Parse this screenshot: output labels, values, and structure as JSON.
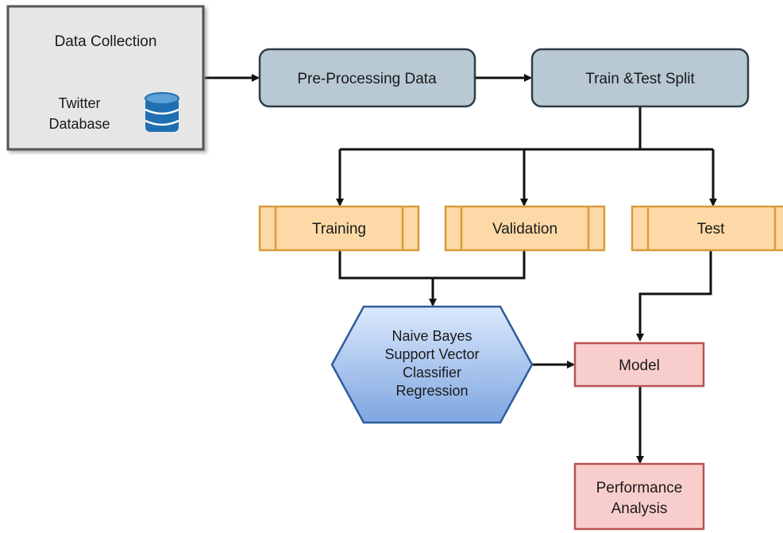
{
  "data_collection": {
    "title": "Data Collection",
    "source_line1": "Twitter",
    "source_line2": "Database",
    "icon": "database-icon"
  },
  "steps": {
    "preprocessing": "Pre-Processing Data",
    "split": "Train &Test Split"
  },
  "sets": {
    "training": "Training",
    "validation": "Validation",
    "test": "Test"
  },
  "algorithms": {
    "line1": "Naive Bayes",
    "line2": "Support Vector",
    "line3": "Classifier",
    "line4": "Regression"
  },
  "model": "Model",
  "performance": {
    "line1": "Performance",
    "line2": "Analysis"
  },
  "colors": {
    "collection_fill": "#e6e6e6",
    "step_fill": "#b8c9d4",
    "set_fill": "#fcd9a6",
    "set_stroke": "#d79b3c",
    "algo_fill_top": "#dae8fc",
    "algo_fill_bottom": "#7ea6e0",
    "model_fill": "#f8cecc",
    "model_stroke": "#b85450",
    "database_blue": "#1f6fb2"
  }
}
